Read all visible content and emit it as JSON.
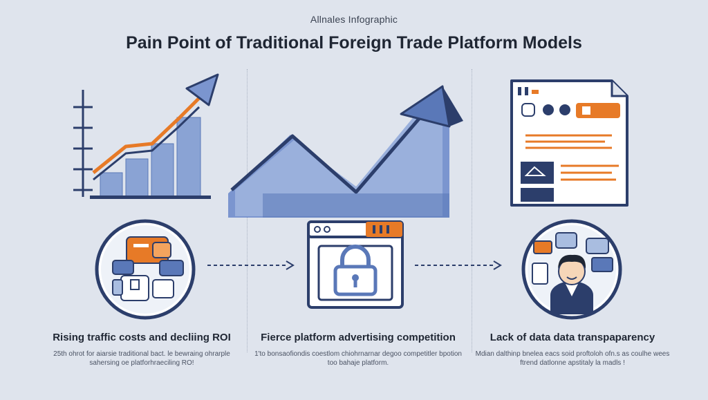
{
  "header": {
    "subtitle": "Allnales Infographic",
    "title": "Pain Point of Traditional Foreign Trade Platform Models"
  },
  "columns": [
    {
      "caption": "Rising traffic costs and decliing ROI",
      "description": "25th ohrot for aiarsie traditional bact. le bewraing ohrarple sahersing oe platforhraeciling RO!"
    },
    {
      "caption": "Fierce platform advertising competition",
      "description": "1'to bonsaofiondis coestlom chiohrnarnar degoo competitler bpotion too bahaje platform."
    },
    {
      "caption": "Lack of data data transpaparency",
      "description": "Mdian dalthinp bnelea eacs soid proftoloh ofn.s as coulhe wees ftrend datlonne apstitaly la madls !"
    }
  ],
  "colors": {
    "navy": "#2c3e6b",
    "blue": "#5a78b8",
    "light_blue": "#a9bde0",
    "orange": "#e77a27",
    "background": "#dfe4ed"
  },
  "icons": [
    "bar-chart-arrow-icon",
    "mountain-trend-icon",
    "document-dashboard-icon",
    "cost-circle-icon",
    "padlock-browser-icon",
    "person-circle-icon",
    "dashed-arrow-icon"
  ]
}
